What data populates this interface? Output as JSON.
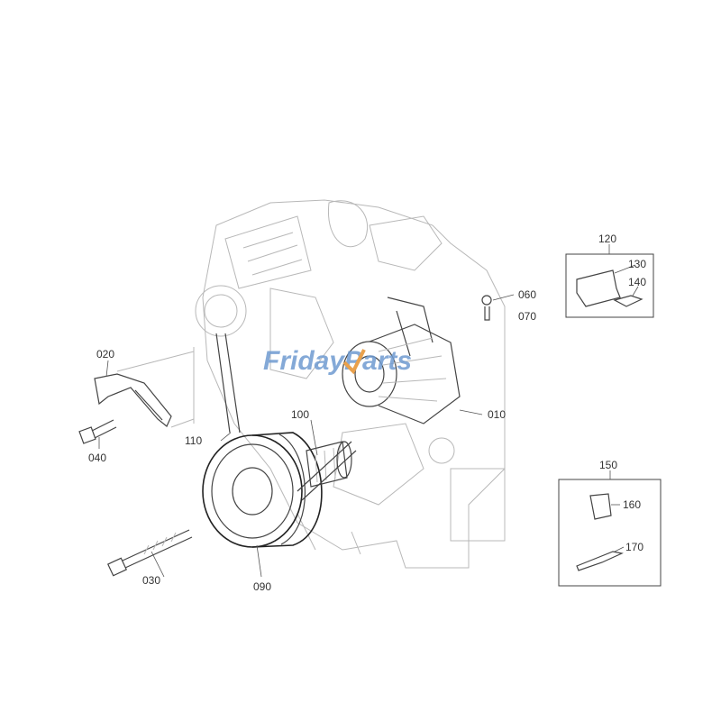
{
  "watermark": {
    "text": "FridayParts",
    "color": "#6f9bd1",
    "accent": "#e9a14d"
  },
  "callouts": {
    "c010": "010",
    "c020": "020",
    "c030": "030",
    "c040": "040",
    "c060": "060",
    "c070": "070",
    "c090": "090",
    "c100": "100",
    "c110": "110",
    "c120": "120",
    "c130": "130",
    "c140": "140",
    "c150": "150",
    "c160": "160",
    "c170": "170"
  }
}
